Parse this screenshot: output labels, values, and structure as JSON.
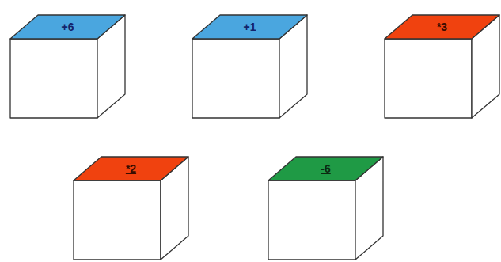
{
  "diagram": {
    "nodes": [
      {
        "text": [
          "+6"
        ]
      },
      {
        "text": [
          "+1"
        ]
      },
      {
        "text": [
          "*3"
        ]
      },
      {
        "text": [
          "*2"
        ]
      },
      {
        "text": [
          "-6"
        ]
      }
    ]
  }
}
